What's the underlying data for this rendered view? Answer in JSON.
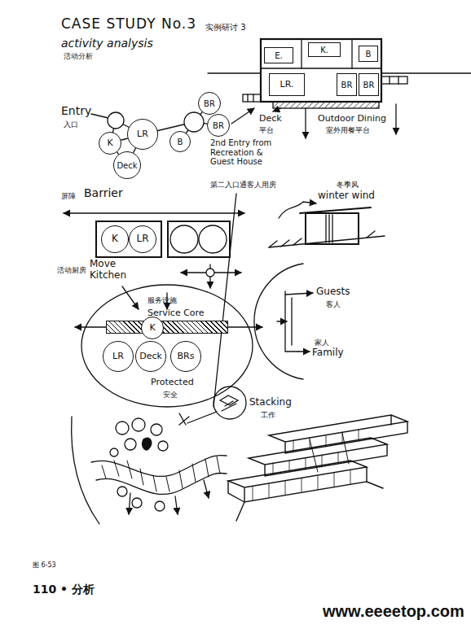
{
  "diagram": {
    "title": "CASE STUDY No.3",
    "nodes": [
      {
        "text": [
          "LR"
        ]
      },
      {
        "text": [
          "K"
        ]
      },
      {
        "text": [
          "Deck"
        ]
      },
      {
        "text": [
          "BR"
        ]
      },
      {
        "text": [
          "BR"
        ]
      },
      {
        "text": [
          "B"
        ]
      },
      {
        "text": [
          "E."
        ]
      },
      {
        "text": [
          "K."
        ]
      },
      {
        "text": [
          "B"
        ]
      },
      {
        "text": [
          "LR."
        ]
      },
      {
        "text": [
          "BR"
        ]
      },
      {
        "text": [
          "BR"
        ]
      },
      {
        "text": [
          "K"
        ]
      },
      {
        "text": [
          "LR"
        ]
      },
      {
        "text": [
          "服务设施",
          "Service Core"
        ]
      },
      {
        "text": [
          "K"
        ],
        "in": 14
      },
      {
        "text": [
          "LR"
        ]
      },
      {
        "text": [
          "Deck"
        ]
      },
      {
        "text": [
          "BRs"
        ]
      }
    ],
    "edges": [
      {
        "from": 1,
        "to": 0,
        "arrow": "none"
      },
      {
        "from": 1,
        "to": 2,
        "arrow": "none"
      },
      {
        "from": 0,
        "to": 2,
        "arrow": "none"
      }
    ],
    "labels": [
      "实例研讨 3",
      "activity analysis",
      "活动分析",
      "Entry",
      "入口",
      "2nd Entry from Recreation & Guest House",
      "第二入口通客人用房",
      "Deck",
      "平台",
      "Outdoor Dining",
      "室外用餐平台",
      "屏障",
      "Barrier",
      "Move Kitchen",
      "活动厨房",
      "冬季风",
      "winter wind",
      "Protected",
      "安全",
      "Guests",
      "客人",
      "家人",
      "Family",
      "Stacking",
      "工作",
      "图 6-53",
      "110 • 分析",
      "www.eeeetop.com"
    ]
  }
}
